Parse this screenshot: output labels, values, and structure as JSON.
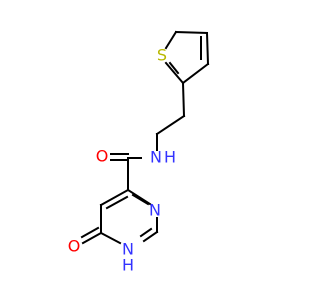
{
  "molecule": {
    "atoms": {
      "S": {
        "symbol": "S",
        "color": "#b8b800"
      },
      "N_amide": {
        "symbol": "N",
        "color": "#3333ff"
      },
      "H_amide": {
        "symbol": "H",
        "color": "#3333ff"
      },
      "O_carbonyl": {
        "symbol": "O",
        "color": "#ff0000"
      },
      "N_ring3": {
        "symbol": "N",
        "color": "#3333ff"
      },
      "N_ring1": {
        "symbol": "N",
        "color": "#3333ff"
      },
      "H_ring1": {
        "symbol": "H",
        "color": "#3333ff"
      },
      "O_ring": {
        "symbol": "O",
        "color": "#ff0000"
      }
    },
    "bond_color": "#000000"
  }
}
